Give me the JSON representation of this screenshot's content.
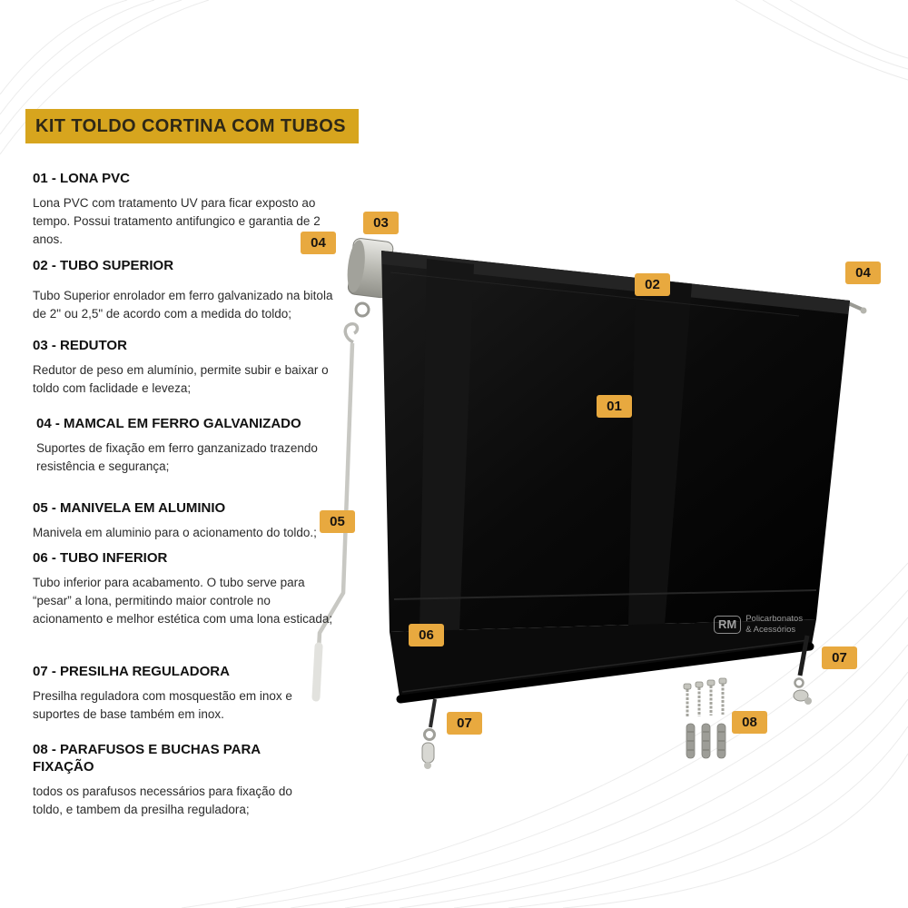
{
  "title": "KIT TOLDO CORTINA COM TUBOS",
  "sections": [
    {
      "heading": "01 - LONA PVC",
      "body": "Lona PVC com tratamento UV para ficar exposto ao tempo. Possui tratamento antifungico e garantia de 2 anos."
    },
    {
      "heading": "02 - TUBO SUPERIOR",
      "body": "Tubo Superior enrolador em ferro galvanizado na bitola de 2\" ou 2,5\" de acordo com a medida do toldo;"
    },
    {
      "heading": "03 - REDUTOR",
      "body": "Redutor de peso em alumínio, permite subir e baixar o toldo com faclidade e leveza;"
    },
    {
      "heading": "04 - MAMCAL  EM FERRO GALVANIZADO",
      "body": "Suportes de fixação em ferro ganzanizado trazendo resistência e segurança;"
    },
    {
      "heading": "05 - MANIVELA EM ALUMINIO",
      "body": "Manivela em aluminio para o acionamento do toldo.;"
    },
    {
      "heading": "06 - TUBO INFERIOR",
      "body": "Tubo inferior para acabamento. O tubo serve para “pesar” a lona, permitindo maior controle no acionamento e melhor estética com uma lona esticada;"
    },
    {
      "heading": "07 - PRESILHA REGULADORA",
      "body": "Presilha reguladora com mosquestão em inox e suportes de base também em inox."
    },
    {
      "heading": "08 - PARAFUSOS E BUCHAS PARA FIXAÇÃO",
      "body": "todos os parafusos necessários para fixação do toldo, e tambem da presilha reguladora;"
    }
  ],
  "badges": [
    {
      "label": "03"
    },
    {
      "label": "04"
    },
    {
      "label": "02"
    },
    {
      "label": "04"
    },
    {
      "label": "01"
    },
    {
      "label": "05"
    },
    {
      "label": "06"
    },
    {
      "label": "07"
    },
    {
      "label": "07"
    },
    {
      "label": "08"
    }
  ],
  "watermark": {
    "logo": "RM",
    "line1": "Policarbonatos",
    "line2": "& Acessórios"
  },
  "colors": {
    "banner_bg": "#D7A51E",
    "badge_bg": "#E8A93F",
    "canvas_black": "#0B0B0B",
    "body_text": "#2B2B2B",
    "watermark_gray": "#9B9B9B"
  }
}
